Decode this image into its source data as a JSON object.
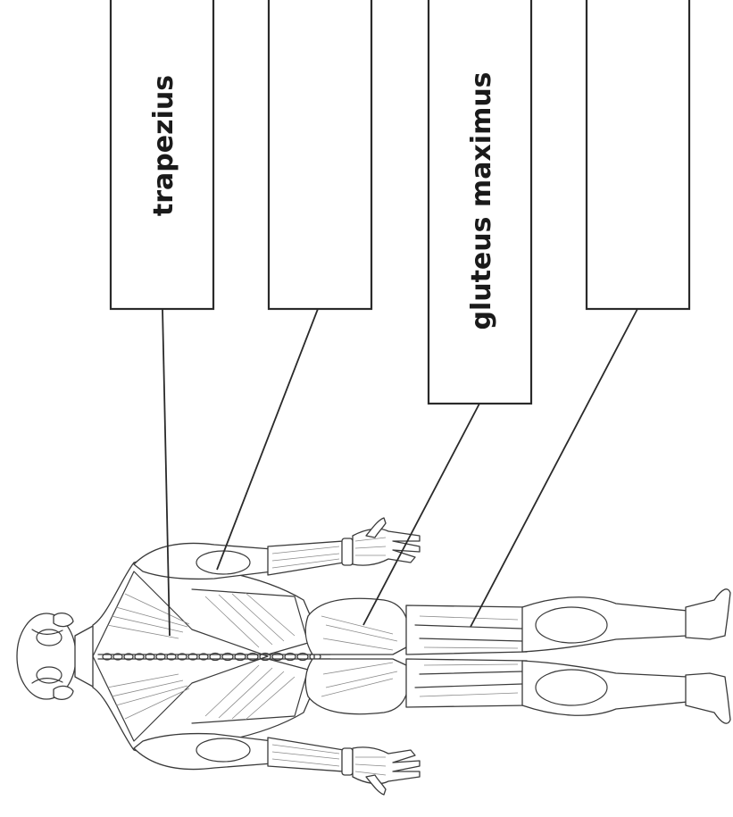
{
  "labels": [
    {
      "id": "label-1",
      "text": "trapezius"
    },
    {
      "id": "label-2",
      "text": ""
    },
    {
      "id": "label-3",
      "text": "gluteus maximus"
    },
    {
      "id": "label-4",
      "text": ""
    }
  ]
}
